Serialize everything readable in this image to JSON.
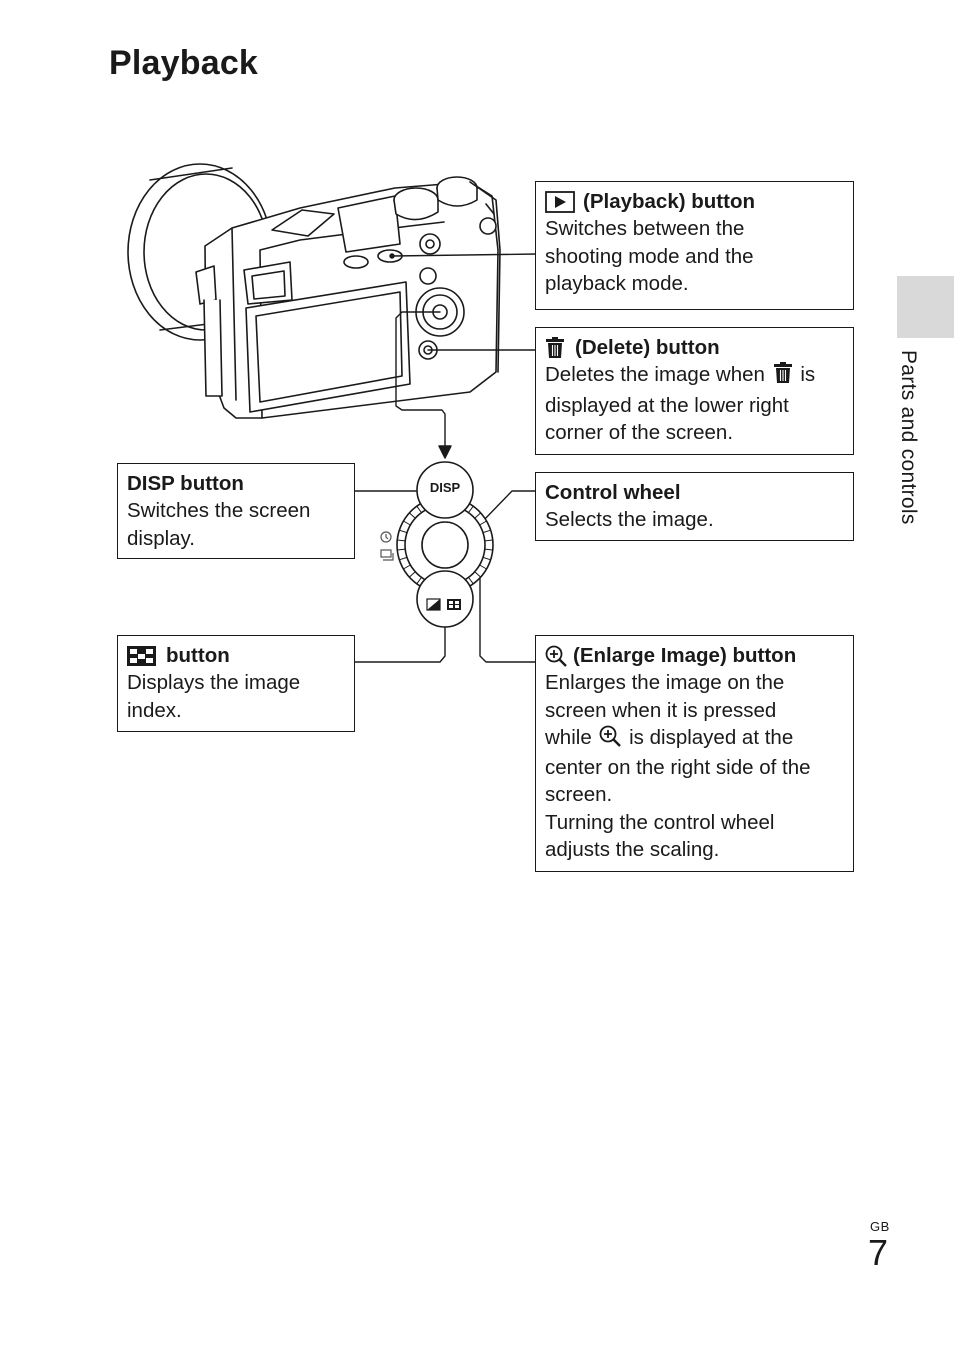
{
  "page": {
    "title": "Playback",
    "section_tab_label": "Parts and controls",
    "lang_code": "GB",
    "page_number": "7"
  },
  "dial": {
    "disp_label": "DISP"
  },
  "callouts": {
    "playback": {
      "icon": "playback-icon",
      "title": "(Playback) button",
      "body": "Switches between the\nshooting mode and the\nplayback mode."
    },
    "delete": {
      "icon": "trash-icon",
      "title": "(Delete) button",
      "body_pre": "Deletes the image when",
      "body_post": "is\ndisplayed at the lower right\ncorner of the screen."
    },
    "disp": {
      "title": "DISP button",
      "body": "Switches the screen\ndisplay."
    },
    "control_wheel": {
      "title": "Control wheel",
      "body": "Selects the image."
    },
    "index": {
      "icon": "image-index-icon",
      "title": "button",
      "body": "Displays the image\nindex."
    },
    "enlarge": {
      "icon": "zoom-in-icon",
      "title": "(Enlarge Image) button",
      "body_pre": "Enlarges the image on the\nscreen when it is pressed\nwhile",
      "body_post": "is displayed at the\ncenter on the right side of the\nscreen.\nTurning the control wheel\nadjusts the scaling."
    }
  }
}
